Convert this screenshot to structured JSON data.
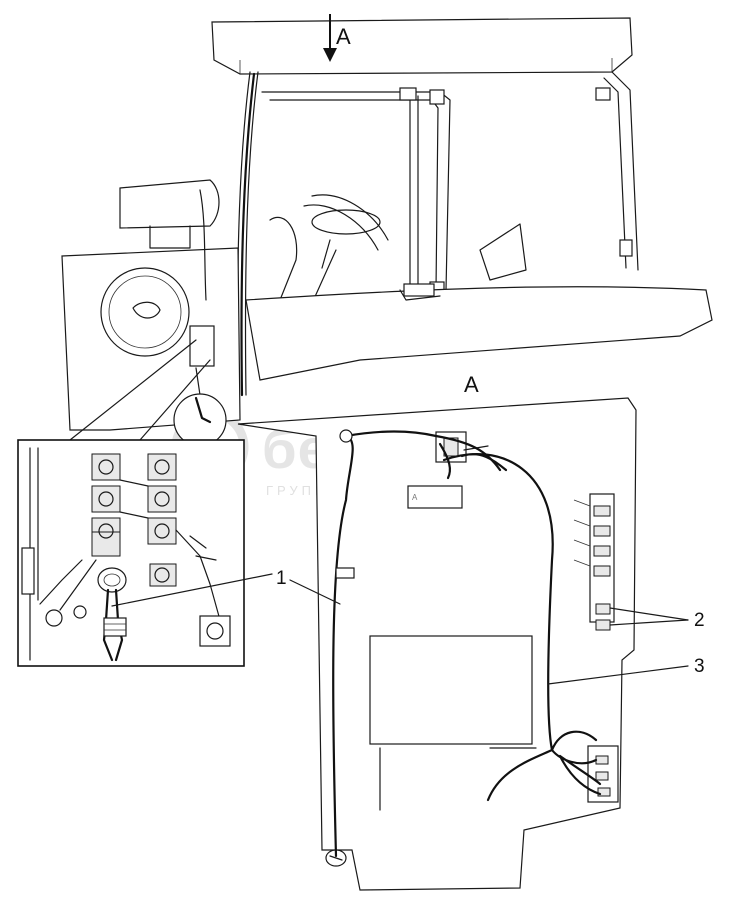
{
  "view_label_arrow": "A",
  "view_label_detail": "A",
  "callouts": [
    "1",
    "2",
    "3"
  ],
  "watermark": {
    "brand": "белагро",
    "tagline": "ГРУППА КОМПАНИЙ"
  },
  "icons": {
    "view_arrow": "down-arrow-icon",
    "logo_mark": "circle-logo-icon"
  }
}
